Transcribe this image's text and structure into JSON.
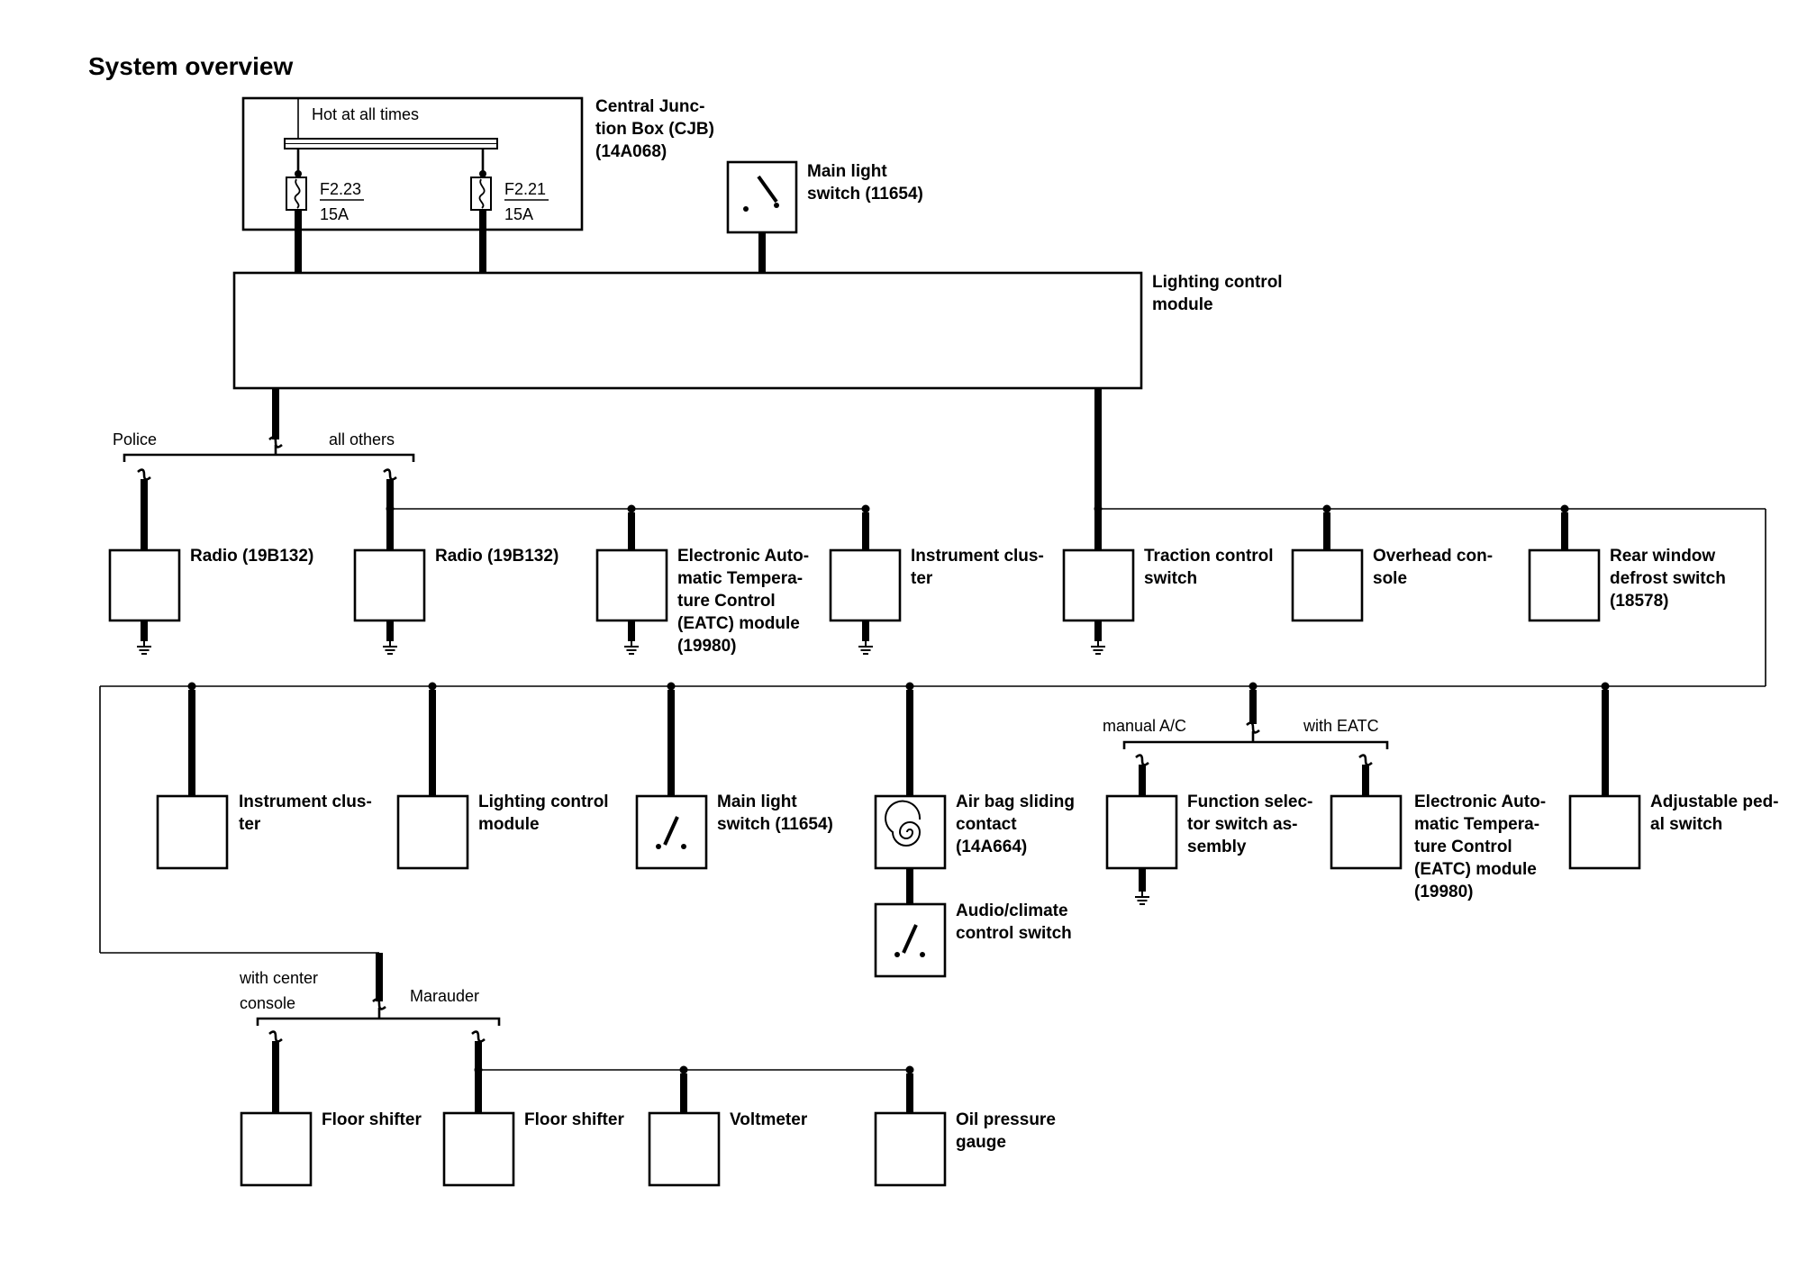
{
  "title": "System overview",
  "cjb": {
    "name_lines": [
      "Central Junc-",
      "tion Box (CJB)",
      "(14A068)"
    ],
    "hot_label": "Hot at all times",
    "fuses": [
      {
        "name": "F2.23",
        "rating": "15A"
      },
      {
        "name": "F2.21",
        "rating": "15A"
      }
    ]
  },
  "main_light_switch_top": [
    "Main light",
    "switch (11654)"
  ],
  "lighting_module": [
    "Lighting control",
    "module"
  ],
  "row1_branch": {
    "left": "Police",
    "right": "all others"
  },
  "row1": [
    {
      "lines": [
        "Radio (19B132)"
      ]
    },
    {
      "lines": [
        "Radio (19B132)"
      ]
    },
    {
      "lines": [
        "Electronic Auto-",
        "matic Tempera-",
        "ture Control",
        "(EATC) module",
        "(19980)"
      ]
    },
    {
      "lines": [
        "Instrument clus-",
        "ter"
      ]
    },
    {
      "lines": [
        "Traction control",
        "switch"
      ]
    },
    {
      "lines": [
        "Overhead con-",
        "sole"
      ]
    },
    {
      "lines": [
        "Rear window",
        "defrost switch",
        "(18578)"
      ]
    }
  ],
  "row2_branch": {
    "left": "manual A/C",
    "right": "with EATC"
  },
  "row2": [
    {
      "lines": [
        "Instrument clus-",
        "ter"
      ]
    },
    {
      "lines": [
        "Lighting control",
        "module"
      ]
    },
    {
      "lines": [
        "Main light",
        "switch (11654)"
      ]
    },
    {
      "lines": [
        "Air bag sliding",
        "contact",
        "(14A664)"
      ]
    },
    {
      "lines": [
        "Function selec-",
        "tor switch as-",
        "sembly"
      ]
    },
    {
      "lines": [
        "Electronic Auto-",
        "matic Tempera-",
        "ture Control",
        "(EATC) module",
        "(19980)"
      ]
    },
    {
      "lines": [
        "Adjustable ped-",
        "al switch"
      ]
    }
  ],
  "audio_switch": [
    "Audio/climate",
    "control switch"
  ],
  "row3_branch": {
    "left_lines": [
      "with center",
      "console"
    ],
    "right": "Marauder"
  },
  "row3": [
    {
      "lines": [
        "Floor shifter"
      ]
    },
    {
      "lines": [
        "Floor shifter"
      ]
    },
    {
      "lines": [
        "Voltmeter"
      ]
    },
    {
      "lines": [
        "Oil pressure",
        "gauge"
      ]
    }
  ]
}
